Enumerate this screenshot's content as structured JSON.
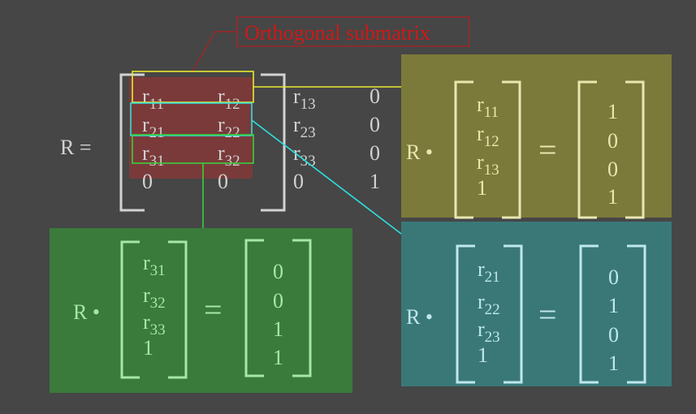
{
  "title": "Orthogonal submatrix",
  "colors": {
    "background": "#464646",
    "title_text": "#d01818",
    "title_border": "#b02020",
    "submatrix_fill": "#7a3a3a",
    "row1_highlight": "#e8e830",
    "row2_highlight": "#2fe0e0",
    "row3_highlight": "#3ad03a",
    "panel1_bg": "#7b7a3a",
    "panel1_text": "#e9e7b0",
    "panel2_bg": "#3a7878",
    "panel2_text": "#bfe8ea",
    "panel3_bg": "#3a7a3a",
    "panel3_text": "#a8e6a8",
    "matrix_text": "#d2d2d2"
  },
  "main": {
    "label": "R =",
    "matrix": [
      [
        {
          "b": "r",
          "s": "11"
        },
        {
          "b": "r",
          "s": "12"
        },
        {
          "b": "r",
          "s": "13"
        },
        {
          "b": "0",
          "s": ""
        }
      ],
      [
        {
          "b": "r",
          "s": "21"
        },
        {
          "b": "r",
          "s": "22"
        },
        {
          "b": "r",
          "s": "23"
        },
        {
          "b": "0",
          "s": ""
        }
      ],
      [
        {
          "b": "r",
          "s": "31"
        },
        {
          "b": "r",
          "s": "32"
        },
        {
          "b": "r",
          "s": "33"
        },
        {
          "b": "0",
          "s": ""
        }
      ],
      [
        {
          "b": "0",
          "s": ""
        },
        {
          "b": "0",
          "s": ""
        },
        {
          "b": "0",
          "s": ""
        },
        {
          "b": "1",
          "s": ""
        }
      ]
    ]
  },
  "panels": [
    {
      "id": "row1",
      "operator": "R •",
      "equals": "=",
      "vector": [
        {
          "b": "r",
          "s": "11"
        },
        {
          "b": "r",
          "s": "12"
        },
        {
          "b": "r",
          "s": "13"
        },
        {
          "b": "1",
          "s": ""
        }
      ],
      "result": [
        "1",
        "0",
        "0",
        "1"
      ]
    },
    {
      "id": "row2",
      "operator": "R •",
      "equals": "=",
      "vector": [
        {
          "b": "r",
          "s": "21"
        },
        {
          "b": "r",
          "s": "22"
        },
        {
          "b": "r",
          "s": "23"
        },
        {
          "b": "1",
          "s": ""
        }
      ],
      "result": [
        "0",
        "1",
        "0",
        "1"
      ]
    },
    {
      "id": "row3",
      "operator": "R •",
      "equals": "=",
      "vector": [
        {
          "b": "r",
          "s": "31"
        },
        {
          "b": "r",
          "s": "32"
        },
        {
          "b": "r",
          "s": "33"
        },
        {
          "b": "1",
          "s": ""
        }
      ],
      "result": [
        "0",
        "0",
        "1",
        "1"
      ]
    }
  ]
}
